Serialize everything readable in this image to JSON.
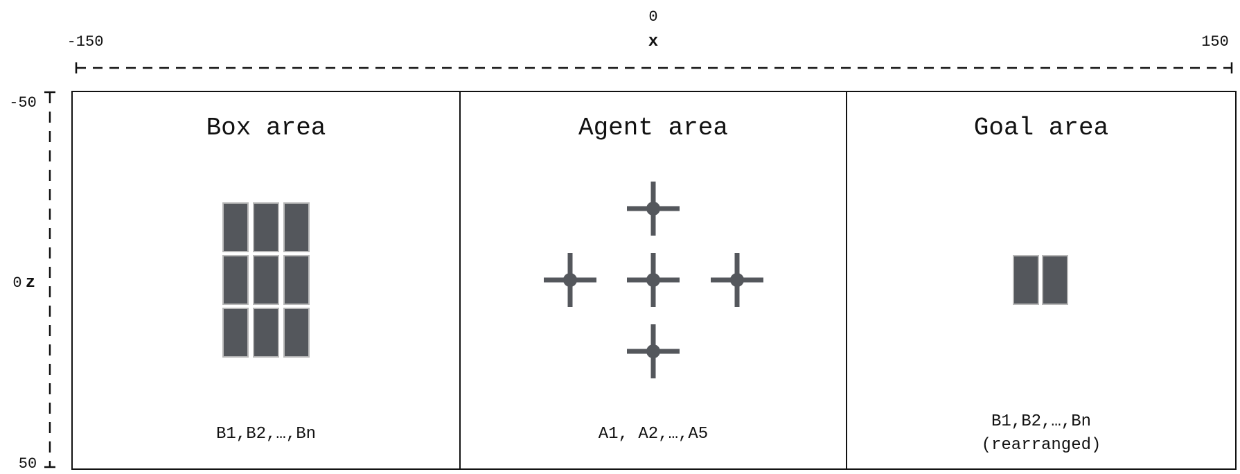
{
  "x_axis": {
    "label": "x",
    "min_label": "-150",
    "mid_label": "0",
    "max_label": "150"
  },
  "z_axis": {
    "label": "z",
    "min_label": "-50",
    "mid_label": "0",
    "max_label": "50"
  },
  "panels": [
    {
      "title": "Box area",
      "caption_lines": [
        "B1,B2,…,Bn"
      ]
    },
    {
      "title": "Agent area",
      "caption_lines": [
        "A1, A2,…,A5"
      ]
    },
    {
      "title": "Goal area",
      "caption_lines": [
        "B1,B2,…,Bn",
        "(rearranged)"
      ]
    }
  ],
  "box_area": {
    "grid_columns": 3,
    "grid_rows": 3
  },
  "agent_area": {
    "agent_count": 5
  },
  "goal_area": {
    "box_count": 2
  },
  "colors": {
    "box_fill": "#54575c",
    "box_stroke": "#b8b8b8",
    "agent_color": "#54575c",
    "line": "#111111"
  }
}
